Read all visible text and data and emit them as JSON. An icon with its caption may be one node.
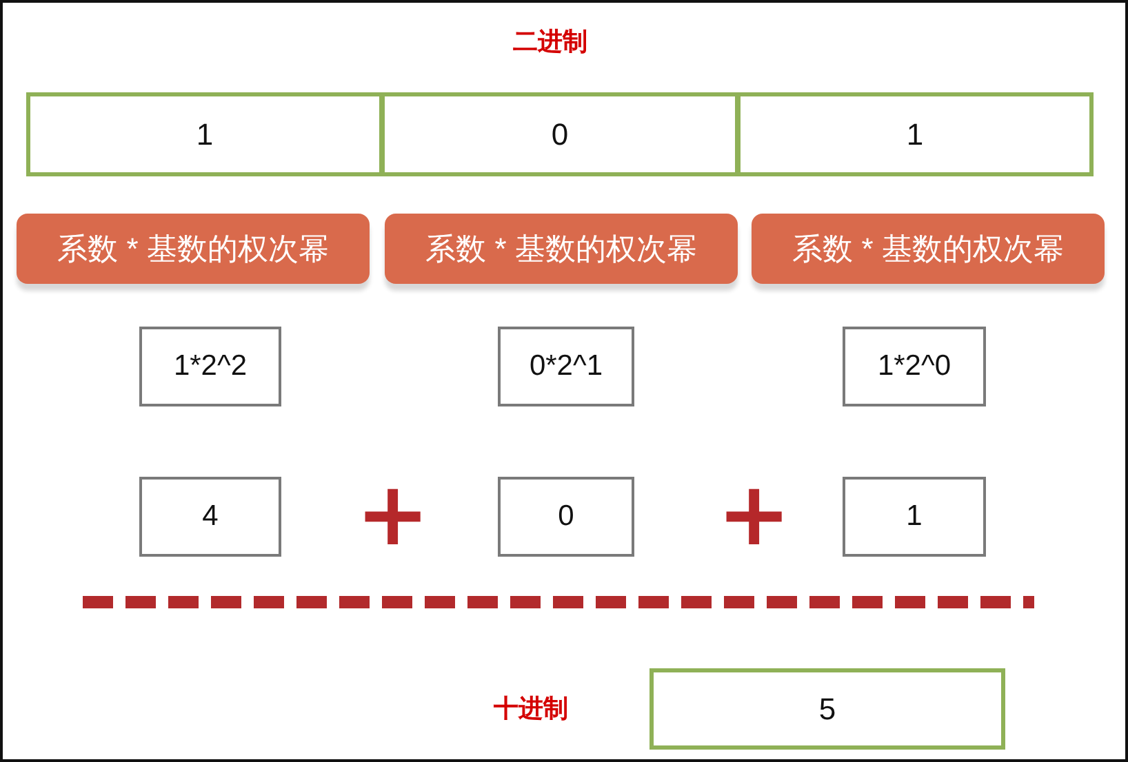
{
  "diagram": {
    "title": "二进制",
    "nodes": [
      {
        "text": [
          "1"
        ]
      },
      {
        "text": [
          "0"
        ]
      },
      {
        "text": [
          "1"
        ]
      },
      {
        "text": [
          "系数 * 基数的权次幂"
        ]
      },
      {
        "text": [
          "系数 * 基数的权次幂"
        ]
      },
      {
        "text": [
          "系数 * 基数的权次幂"
        ]
      },
      {
        "text": [
          "1*2^2"
        ]
      },
      {
        "text": [
          "0*2^1"
        ]
      },
      {
        "text": [
          "1*2^0"
        ]
      },
      {
        "text": [
          "4"
        ]
      },
      {
        "text": [
          "0"
        ]
      },
      {
        "text": [
          "1"
        ]
      },
      {
        "text": [
          "5"
        ],
        "beside": [
          "十进制"
        ]
      }
    ],
    "labels": [
      "+",
      "+"
    ]
  }
}
